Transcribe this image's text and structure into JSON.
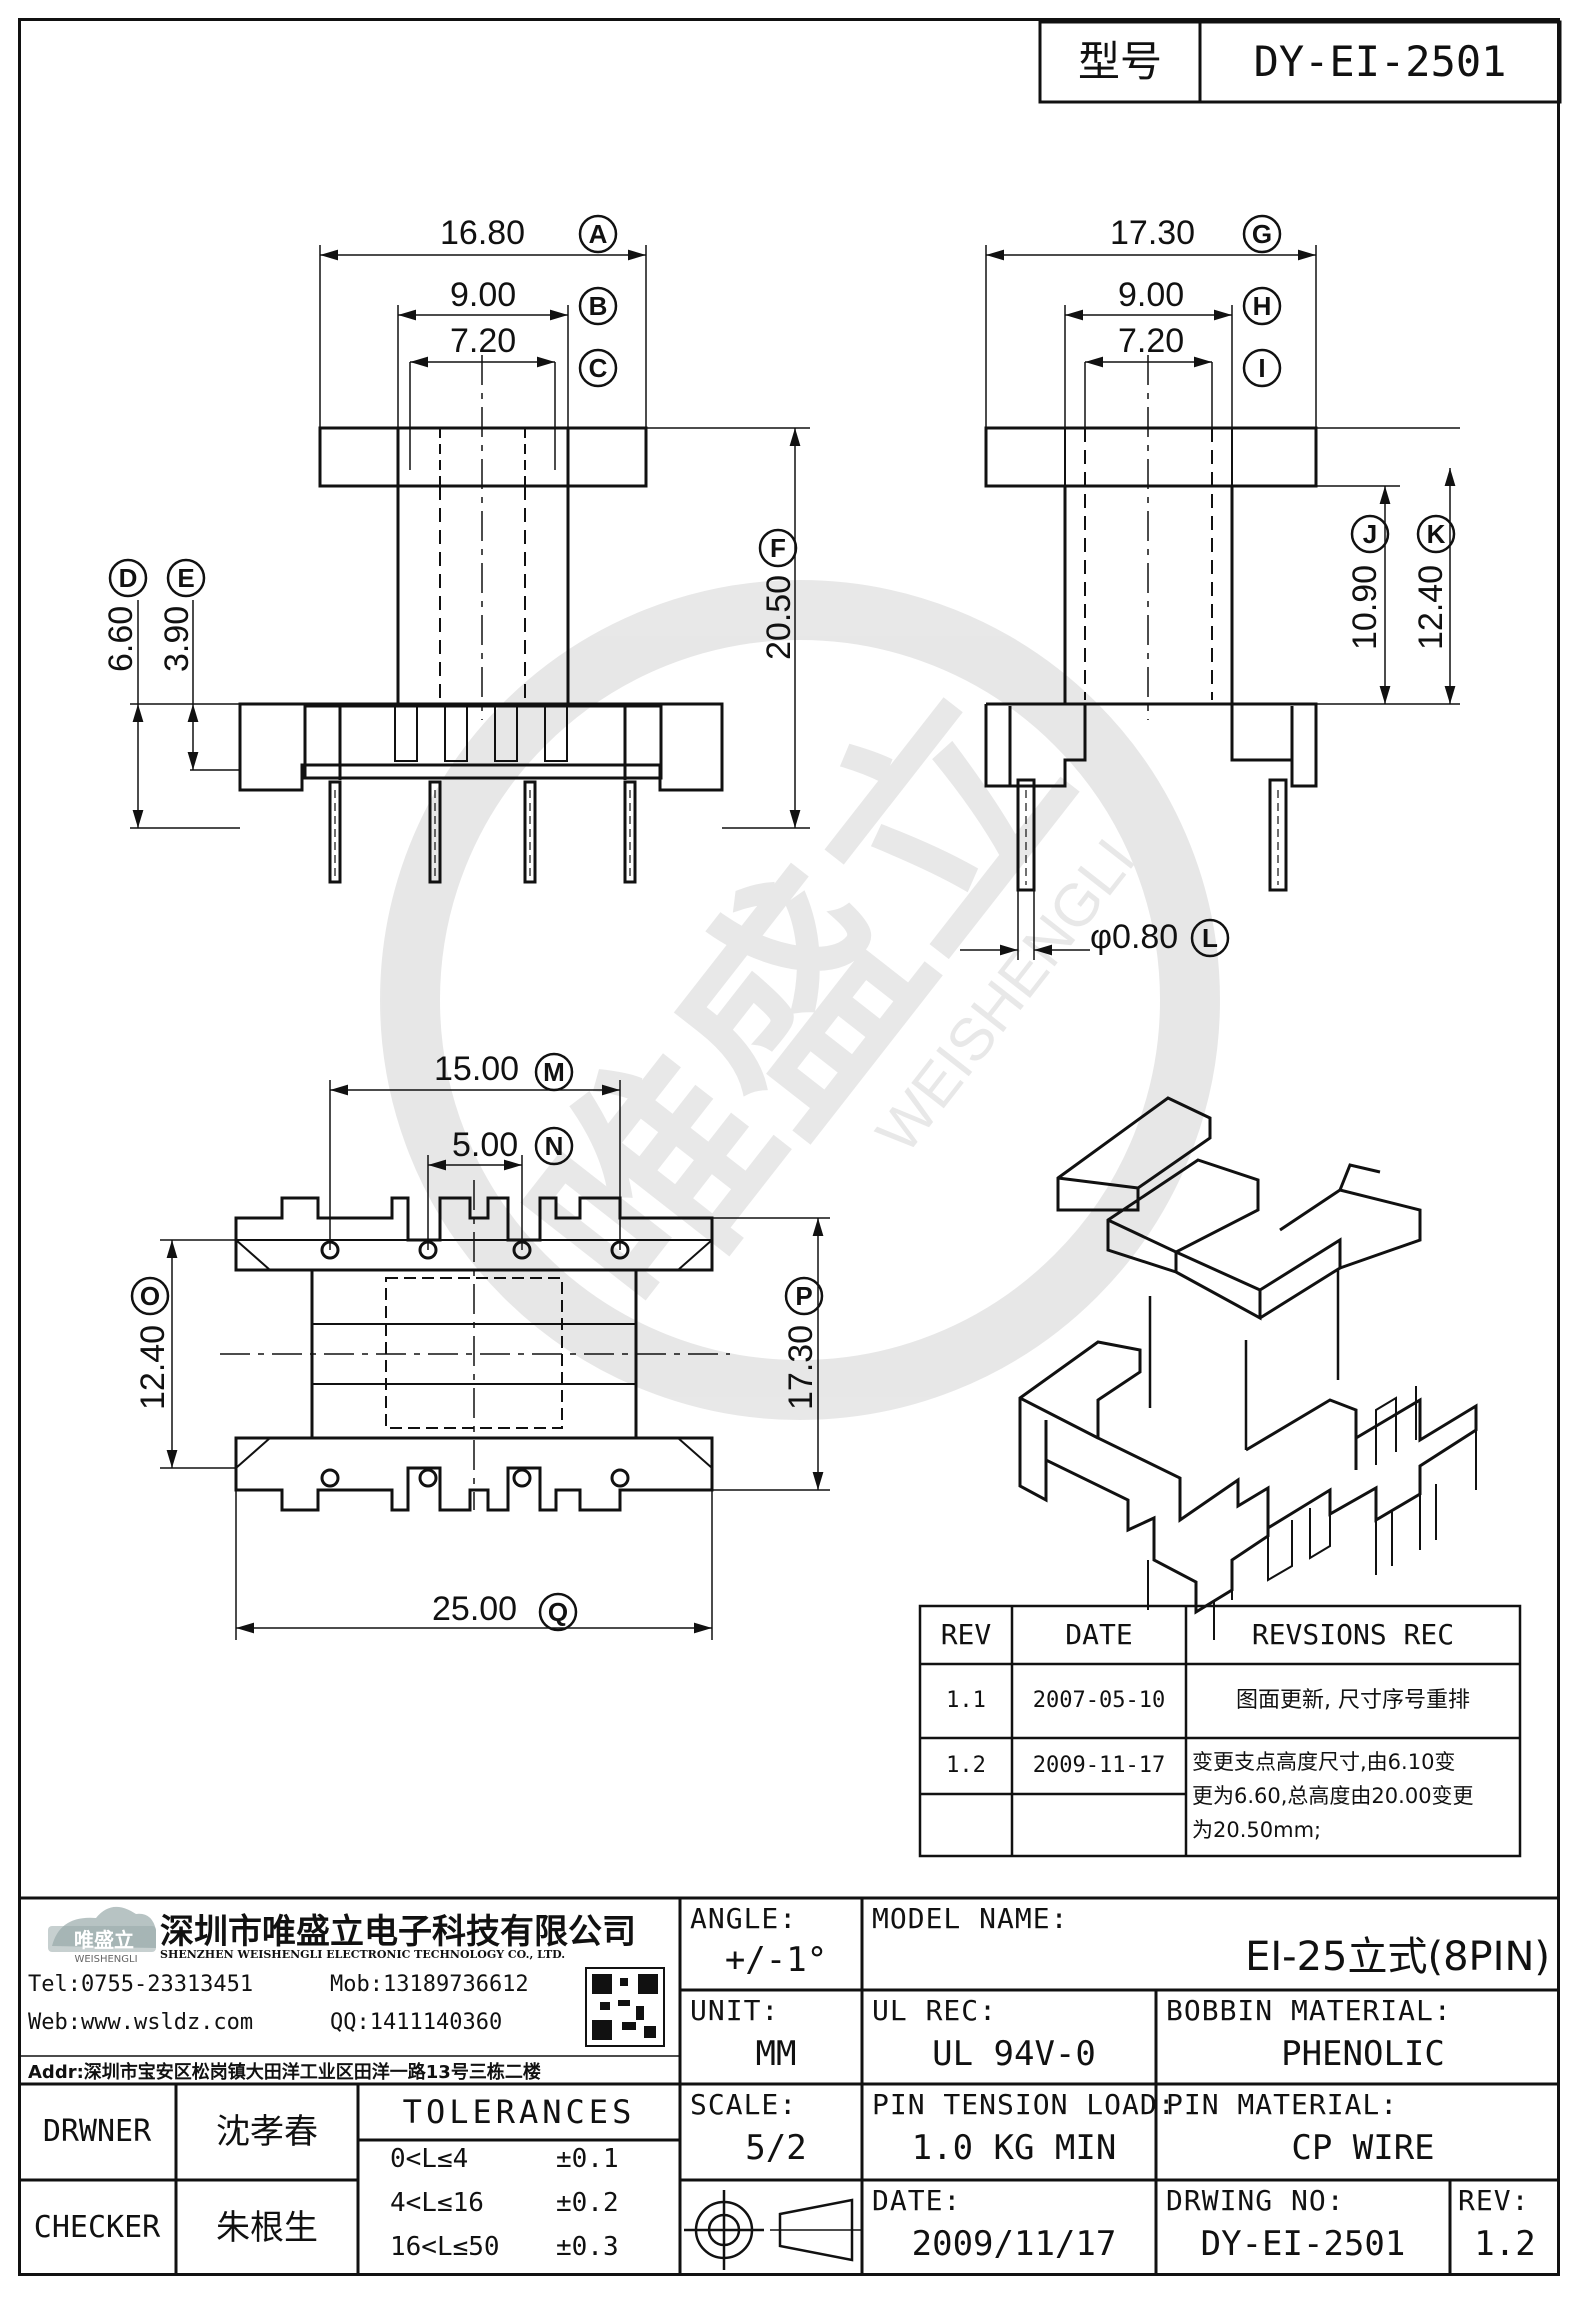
{
  "header": {
    "type_label": "型号",
    "type_value": "DY-EI-2501"
  },
  "dimensions": {
    "A": "16.80",
    "B": "9.00",
    "C": "7.20",
    "D": "6.60",
    "E": "3.90",
    "F": "20.50",
    "G": "17.30",
    "H": "9.00",
    "I": "7.20",
    "J": "10.90",
    "K": "12.40",
    "L": "φ0.80",
    "M": "15.00",
    "N": "5.00",
    "O": "12.40",
    "P": "17.30",
    "Q": "25.00"
  },
  "revisions": {
    "headers": [
      "REV",
      "DATE",
      "REVSIONS REC"
    ],
    "rows": [
      {
        "rev": "1.1",
        "date": "2007-05-10",
        "rec": [
          "图面更新, 尺寸序号重排"
        ]
      },
      {
        "rev": "1.2",
        "date": "2009-11-17",
        "rec": [
          "变更支点高度尺寸,由6.10变",
          "更为6.60,总高度由20.00变更",
          "为20.50mm;"
        ]
      }
    ]
  },
  "company": {
    "logo_text": "唯盛立",
    "logo_sub": "WEISHENGLI",
    "name_cn": "深圳市唯盛立电子科技有限公司",
    "name_en": "SHENZHEN WEISHENGLI ELECTRONIC TECHNOLOGY CO., LTD.",
    "tel": "Tel:0755-23313451",
    "mob": "Mob:13189736612",
    "web": "Web:www.wsldz.com",
    "qq": "QQ:1411140360",
    "addr": "Addr:深圳市宝安区松岗镇大田洋工业区田洋一路13号三栋二楼"
  },
  "watermark": {
    "cn": "唯盛立",
    "en": "WEISHENGLI"
  },
  "title_block": {
    "angle_label": "ANGLE:",
    "angle_value": "+/-1°",
    "model_label": "MODEL NAME:",
    "model_value": "EI-25立式(8PIN)",
    "unit_label": "UNIT:",
    "unit_value": "MM",
    "ul_label": "UL REC:",
    "ul_value": "UL 94V-0",
    "bobbin_label": "BOBBIN MATERIAL:",
    "bobbin_value": "PHENOLIC",
    "scale_label": "SCALE:",
    "scale_value": "5/2",
    "pin_tension_label": "PIN TENSION LOAD:",
    "pin_tension_value": "1.0 KG MIN",
    "pin_material_label": "PIN MATERIAL:",
    "pin_material_value": "CP WIRE",
    "date_label": "DATE:",
    "date_value": "2009/11/17",
    "drawing_no_label": "DRWING NO:",
    "drawing_no_value": "DY-EI-2501",
    "rev_label": "REV:",
    "rev_value": "1.2",
    "drawer_label": "DRWNER",
    "drawer_value": "沈孝春",
    "checker_label": "CHECKER",
    "checker_value": "朱根生",
    "tolerances_label": "TOLERANCES",
    "tolerances": [
      {
        "range": "0<L≤4",
        "tol": "±0.1"
      },
      {
        "range": "4<L≤16",
        "tol": "±0.2"
      },
      {
        "range": "16<L≤50",
        "tol": "±0.3"
      }
    ]
  }
}
